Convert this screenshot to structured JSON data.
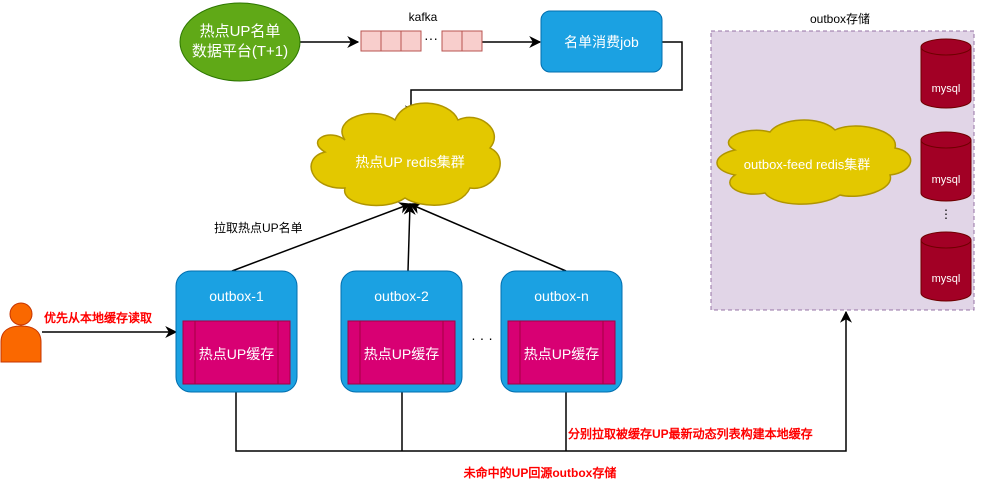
{
  "diagram": {
    "source": {
      "label_line1": "热点UP名单",
      "label_line2": "数据平台(T+1)",
      "color": "#60a917"
    },
    "kafka": {
      "label": "kafka",
      "ellipsis": "···",
      "cell_color": "#f8cecc",
      "cell_border": "#b85450"
    },
    "consumer_job": {
      "label": "名单消费job",
      "color": "#1ba1e2"
    },
    "hot_redis": {
      "label": "热点UP redis集群",
      "color": "#e3c800"
    },
    "pull_label": "拉取热点UP名单",
    "user": {
      "read_label": "优先从本地缓存读取",
      "color": "#fa6800"
    },
    "outboxes": [
      {
        "title": "outbox-1",
        "cache_label": "热点UP缓存"
      },
      {
        "title": "outbox-2",
        "cache_label": "热点UP缓存"
      },
      {
        "title": "outbox-n",
        "cache_label": "热点UP缓存"
      }
    ],
    "outbox_ellipsis": "· · ·",
    "outbox_color": "#1ba1e2",
    "cache_color": "#d80073",
    "storage": {
      "title": "outbox存储",
      "redis_label": "outbox-feed redis集群",
      "mysql": [
        "mysql",
        "mysql",
        "mysql"
      ],
      "mysql_ellipsis": "⋮",
      "panel_color": "#e1d5e7",
      "mysql_color": "#a20025"
    },
    "build_label": "分别拉取被缓存UP最新动态列表构建本地缓存",
    "fallback_label": "未命中的UP回源outbox存储"
  }
}
